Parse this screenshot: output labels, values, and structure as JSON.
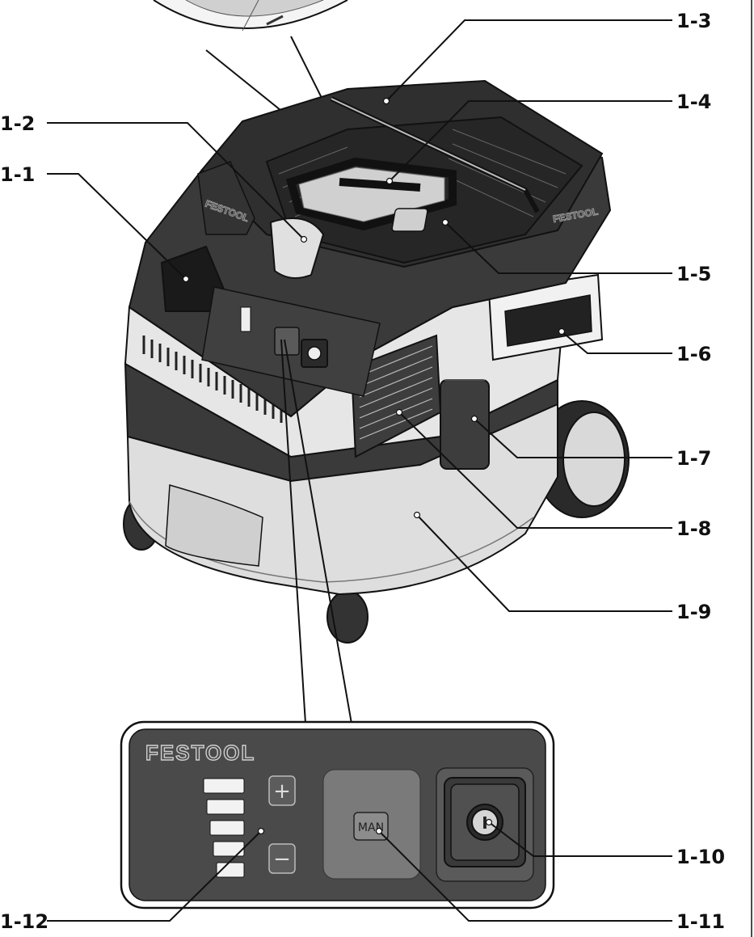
{
  "callouts": {
    "c1_1": "1-1",
    "c1_2": "1-2",
    "c1_3": "1-3",
    "c1_4": "1-4",
    "c1_5": "1-5",
    "c1_6": "1-6",
    "c1_7": "1-7",
    "c1_8": "1-8",
    "c1_9": "1-9",
    "c1_10": "1-10",
    "c1_11": "1-11",
    "c1_12": "1-12"
  },
  "branding": {
    "brand_name": "FESTOOL"
  },
  "control_panel": {
    "man_label": "MAN",
    "power_symbol": "I",
    "plus_symbol": "+",
    "minus_symbol": "−",
    "level_steps": 5
  },
  "colors": {
    "body_dark": "#3a3a3a",
    "body_light": "#d9d9d9",
    "panel_dark": "#4a4a4a",
    "outline": "#111111"
  }
}
